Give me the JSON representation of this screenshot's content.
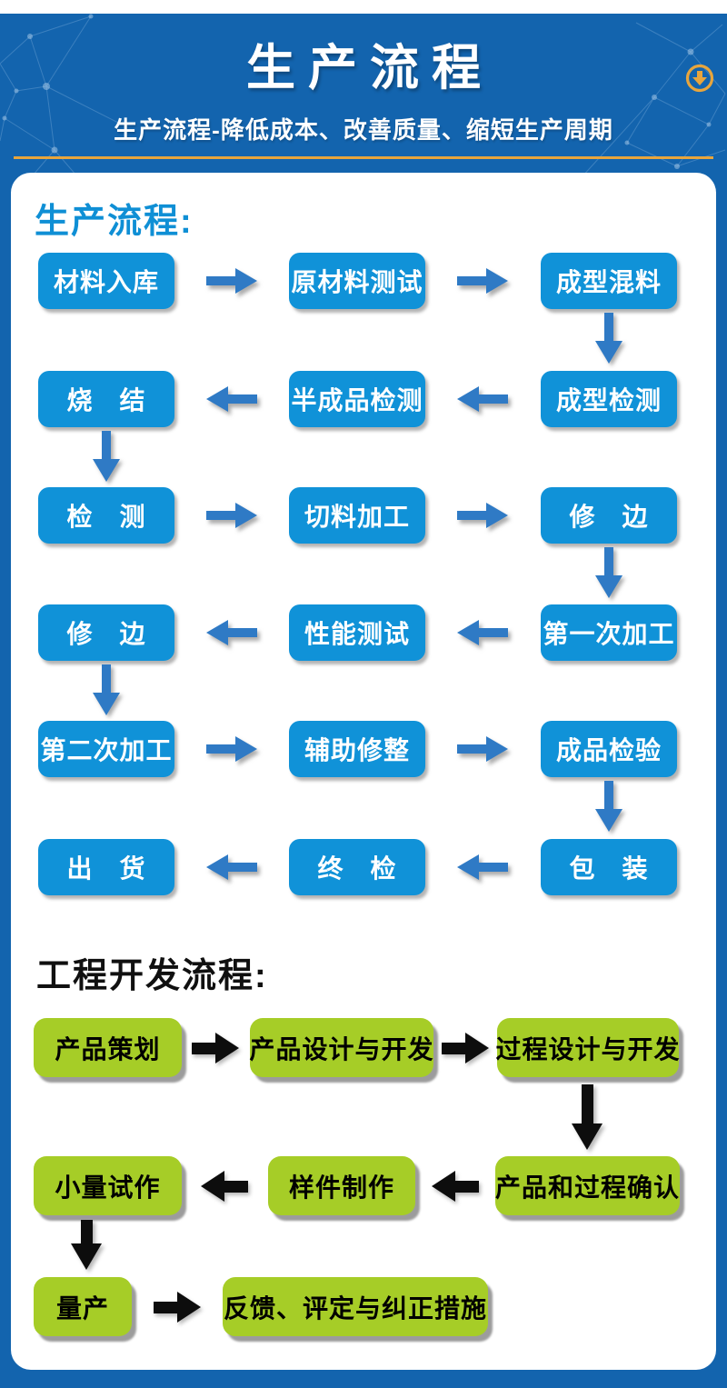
{
  "page": {
    "title": "生产流程",
    "subtitle": "生产流程-降低成本、改善质量、缩短生产周期"
  },
  "colors": {
    "header_blue": "#1364ae",
    "box_blue": "#1092d8",
    "arrow_blue": "#2f7ac5",
    "heading_blue": "#0f8fd5",
    "box_green": "#a6cd27",
    "arrow_black": "#0d0d0d",
    "gold_accent": "#e7a53d"
  },
  "icons": {
    "download_circle": "circle-with-down-arrow"
  },
  "production_flow": {
    "heading": "生产流程:",
    "rows": [
      {
        "direction": "right",
        "cells": [
          "材料入库",
          "原材料测试",
          "成型混料"
        ]
      },
      {
        "direction": "left",
        "cells": [
          "烧　结",
          "半成品检测",
          "成型检测"
        ]
      },
      {
        "direction": "right",
        "cells": [
          "检　测",
          "切料加工",
          "修　边"
        ]
      },
      {
        "direction": "left",
        "cells": [
          "修　边",
          "性能测试",
          "第一次加工"
        ]
      },
      {
        "direction": "right",
        "cells": [
          "第二次加工",
          "辅助修整",
          "成品检验"
        ]
      },
      {
        "direction": "left",
        "cells": [
          "出　货",
          "终　检",
          "包　装"
        ]
      }
    ]
  },
  "engineering_flow": {
    "heading": "工程开发流程:",
    "rows": [
      {
        "direction": "right",
        "cells": [
          "产品策划",
          "产品设计与开发",
          "过程设计与开发"
        ]
      },
      {
        "direction": "left",
        "cells": [
          "小量试作",
          "样件制作",
          "产品和过程确认"
        ]
      },
      {
        "direction": "right",
        "cells": [
          "量产",
          "反馈、评定与纠正措施"
        ]
      }
    ]
  }
}
